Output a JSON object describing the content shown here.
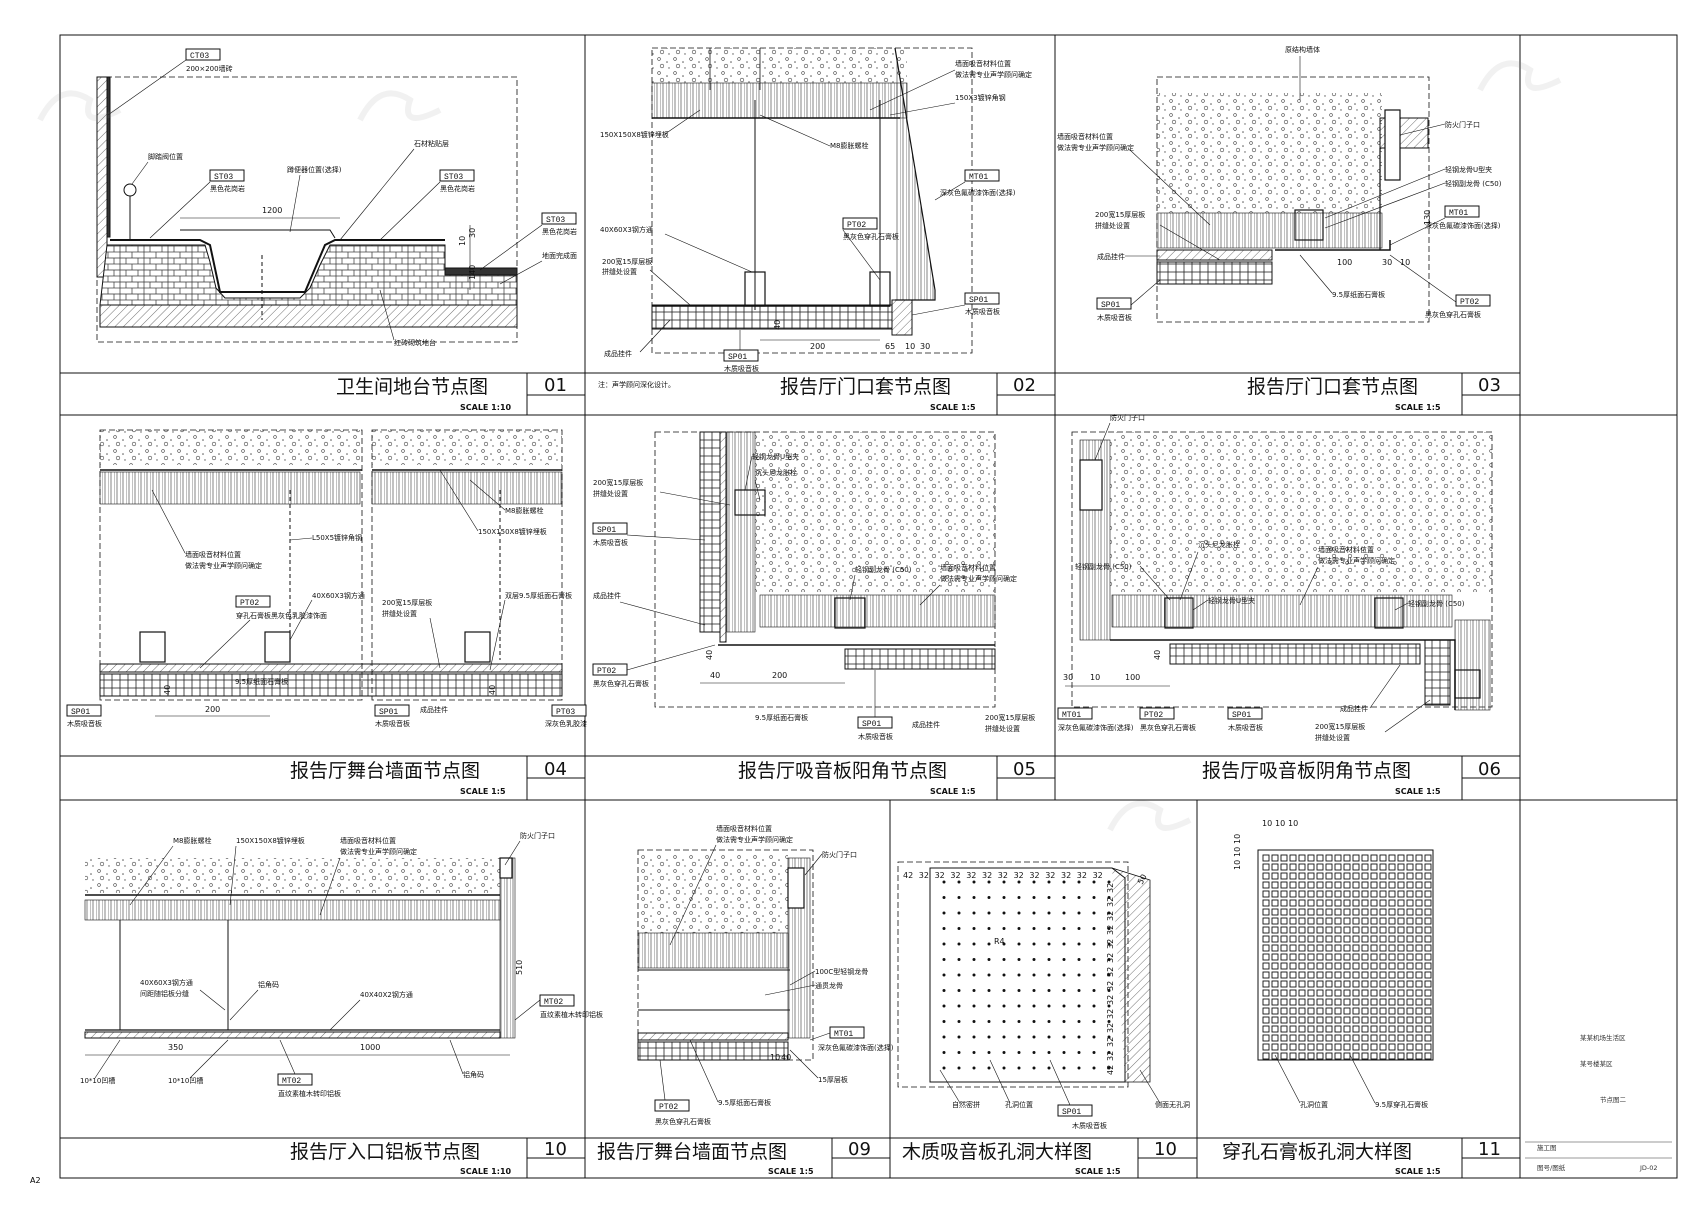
{
  "sheet_corner_label": "A2",
  "side_panel": {
    "project": "某某机场生活区",
    "building": "某号楼某区",
    "drawing_name": "节点图二",
    "stage_label": "施工图",
    "sheet_no_label": "图号/图纸",
    "sheet_no": "JD-02"
  },
  "details": [
    {
      "title": "卫生间地台节点图",
      "number": "01",
      "scale": "SCALE 1:10"
    },
    {
      "title": "报告厅门口套节点图",
      "number": "02",
      "scale": "SCALE 1:5"
    },
    {
      "title": "报告厅门口套节点图",
      "number": "03",
      "scale": "SCALE 1:5"
    },
    {
      "title": "报告厅舞台墙面节点图",
      "number": "04",
      "scale": "SCALE 1:5"
    },
    {
      "title": "报告厅吸音板阳角节点图",
      "number": "05",
      "scale": "SCALE 1:5"
    },
    {
      "title": "报告厅吸音板阴角节点图",
      "number": "06",
      "scale": "SCALE 1:5"
    },
    {
      "title": "报告厅入口铝板节点图",
      "number": "10",
      "scale": "SCALE 1:10"
    },
    {
      "title": "报告厅舞台墙面节点图",
      "number": "09",
      "scale": "SCALE 1:5"
    },
    {
      "title": "木质吸音板孔洞大样图",
      "number": "10",
      "scale": "SCALE 1:5"
    },
    {
      "title": "穿孔石膏板孔洞大样图",
      "number": "11",
      "scale": "SCALE 1:5"
    }
  ],
  "d01": {
    "tag_ct03": "CT03",
    "ct03_desc": "200×200墙砖",
    "valve": "脚踏阀位置",
    "tag_st03a": "ST03",
    "st03a_desc": "黑色花岗岩",
    "toilet": "蹲便器位置(选择)",
    "stone_layer": "石材粘贴层",
    "tag_st03b": "ST03",
    "st03b_desc": "黑色花岗岩",
    "tag_st03c": "ST03",
    "st03c_desc": "黑色花岗岩",
    "floor": "地面完成面",
    "brick": "红砖砌筑地台",
    "dim_1200": "1200",
    "dim_30": "30",
    "dim_140": "140",
    "dim_10": "10"
  },
  "d02": {
    "note_wall": "墙面吸音材料位置",
    "note_wall2": "做法需专业声学顾问确定",
    "angle": "150X3镀锌角钢",
    "embed": "150X150X8镀锌埋板",
    "bolt": "M8膨胀螺栓",
    "tag_mt01": "MT01",
    "mt01_desc": "深灰色氟碳漆饰面(选择)",
    "steel": "40X60X3钢方通",
    "tag_pt02": "PT02",
    "pt02_desc": "黑灰色穿孔石膏板",
    "board": "200宽15厚层板",
    "board2": "拼缝处设置",
    "tag_sp01a": "SP01",
    "sp01a_desc": "木质吸音板",
    "hanger": "成品挂件",
    "tag_sp01b": "SP01",
    "sp01b_desc": "木质吸音板",
    "note": "注：声学顾问深化设计。",
    "dim_200": "200",
    "dim_65": "65",
    "dim_10": "10",
    "dim_30": "30",
    "dim_40": "40"
  },
  "d03": {
    "wall": "原结构墙体",
    "note_wall": "墙面吸音材料位置",
    "note_wall2": "做法需专业声学顾问确定",
    "door": "防火门子口",
    "keel_u": "轻钢龙骨U型夹",
    "keel_sub": "轻钢副龙骨 (C50)",
    "tag_mt01": "MT01",
    "mt01_desc": "深灰色氟碳漆饰面(选择)",
    "board": "200宽15厚层板",
    "board2": "拼缝处设置",
    "hanger": "成品挂件",
    "tag_sp01": "SP01",
    "sp01_desc": "木质吸音板",
    "gypsum": "9.5厚纸面石膏板",
    "tag_pt02": "PT02",
    "pt02_desc": "黑灰色穿孔石膏板",
    "dim_100": "100",
    "dim_30": "30",
    "dim_10": "10",
    "dim_130": "130"
  },
  "d04": {
    "note_wall": "墙面吸音材料位置",
    "note_wall2": "做法需专业声学顾问确定",
    "bolt": "M8膨胀螺栓",
    "angle": "L50X5镀锌角钢",
    "embed": "150X150X8镀锌埋板",
    "tag_pt02": "PT02",
    "pt02_desc": "穿孔石膏板黑灰色乳胶漆饰面",
    "steel": "40X60X3钢方通",
    "board": "200宽15厚层板",
    "board2": "拼缝处设置",
    "gypsum2": "双层9.5厚纸面石膏板",
    "gypsum": "9.5厚纸面石膏板",
    "tag_sp01a": "SP01",
    "sp01a_desc": "木质吸音板",
    "tag_sp01b": "SP01",
    "sp01b_desc": "木质吸音板",
    "hanger": "成品挂件",
    "tag_pt03": "PT03",
    "pt03_desc": "深灰色乳胶漆",
    "dim_200": "200",
    "dim_40a": "40",
    "dim_40b": "40"
  },
  "d05": {
    "keel_u": "轻钢龙骨U型夹",
    "nylon": "沉头尼龙胀栓",
    "board": "200宽15厚层板",
    "board2": "拼缝处设置",
    "tag_sp01a": "SP01",
    "sp01a_desc": "木质吸音板",
    "keel_sub": "轻钢副龙骨 (C50)",
    "note_wall": "墙面吸音材料位置",
    "note_wall2": "做法需专业声学顾问确定",
    "hanger": "成品挂件",
    "tag_pt02": "PT02",
    "pt02_desc": "黑灰色穿孔石膏板",
    "gypsum": "9.5厚纸面石膏板",
    "tag_sp01b": "SP01",
    "sp01b_desc": "木质吸音板",
    "board_b": "200宽15厚层板",
    "board_b2": "拼缝处设置",
    "hanger2": "成品挂件",
    "dim_40a": "40",
    "dim_40b": "40",
    "dim_200": "200"
  },
  "d06": {
    "door": "防火门子口",
    "nylon": "沉头尼龙胀栓",
    "note_wall": "墙面吸音材料位置",
    "note_wall2": "做法需专业声学顾问确定",
    "keel_sub": "轻钢副龙骨 (C50)",
    "keel_u": "轻钢龙骨U型夹",
    "keel_sub2": "轻钢副龙骨 (C50)",
    "tag_mt01": "MT01",
    "mt01_desc": "深灰色氟碳漆饰面(选择)",
    "tag_pt02": "PT02",
    "pt02_desc": "黑灰色穿孔石膏板",
    "tag_sp01": "SP01",
    "sp01_desc": "木质吸音板",
    "hanger": "成品挂件",
    "board": "200宽15厚层板",
    "board2": "拼缝处设置",
    "dim_30": "30",
    "dim_10": "10",
    "dim_100": "100",
    "dim_40": "40"
  },
  "d10a": {
    "bolt": "M8膨胀螺栓",
    "embed": "150X150X8镀锌埋板",
    "note_wall": "墙面吸音材料位置",
    "note_wall2": "做法需专业声学顾问确定",
    "door": "防火门子口",
    "steel": "40X60X3钢方通",
    "steel2": "间距随铝板分缝",
    "bracket": "铝角码",
    "steel_b": "40X40X2钢方通",
    "tag_mt02": "MT02",
    "mt02_desc": "直纹素植木转印铝板",
    "slot_a": "10*10凹槽",
    "slot_b": "10*10凹槽",
    "tag_mt02b": "MT02",
    "mt02b_desc": "直纹素植木转印铝板",
    "bracket2": "铝角码",
    "dim_350": "350",
    "dim_1000": "1000",
    "dim_510": "510"
  },
  "d09": {
    "note_wall": "墙面吸音材料位置",
    "note_wall2": "做法需专业声学顾问确定",
    "door": "防火门子口",
    "keel_c": "100C型轻钢龙骨",
    "keel_t": "通贯龙骨",
    "tag_mt01": "MT01",
    "mt01_desc": "深灰色氟碳漆饰面(选择)",
    "layer": "15厚层板",
    "tag_pt02": "PT02",
    "pt02_desc": "黑灰色穿孔石膏板",
    "gypsum": "9.5厚纸面石膏板",
    "dim_10": "10",
    "dim_40": "40"
  },
  "d10b": {
    "top_dims": [
      "42",
      "32",
      "32",
      "32",
      "32",
      "32",
      "32",
      "32",
      "32",
      "32",
      "32",
      "32",
      "32"
    ],
    "side_dims": [
      "32",
      "32",
      "32",
      "32",
      "32",
      "32",
      "32",
      "32",
      "32",
      "32",
      "32",
      "32",
      "32",
      "42"
    ],
    "dim_r4": "R4",
    "dim_50": "50",
    "seam": "自然密拼",
    "hole": "孔洞位置",
    "tag_sp01": "SP01",
    "sp01_desc": "木质吸音板",
    "side": "侧面无孔洞"
  },
  "d11": {
    "top_dims": [
      "10",
      "10",
      "10"
    ],
    "side_dims": [
      "10",
      "10",
      "10"
    ],
    "hole": "孔洞位置",
    "gypsum": "9.5厚穿孔石膏板"
  }
}
